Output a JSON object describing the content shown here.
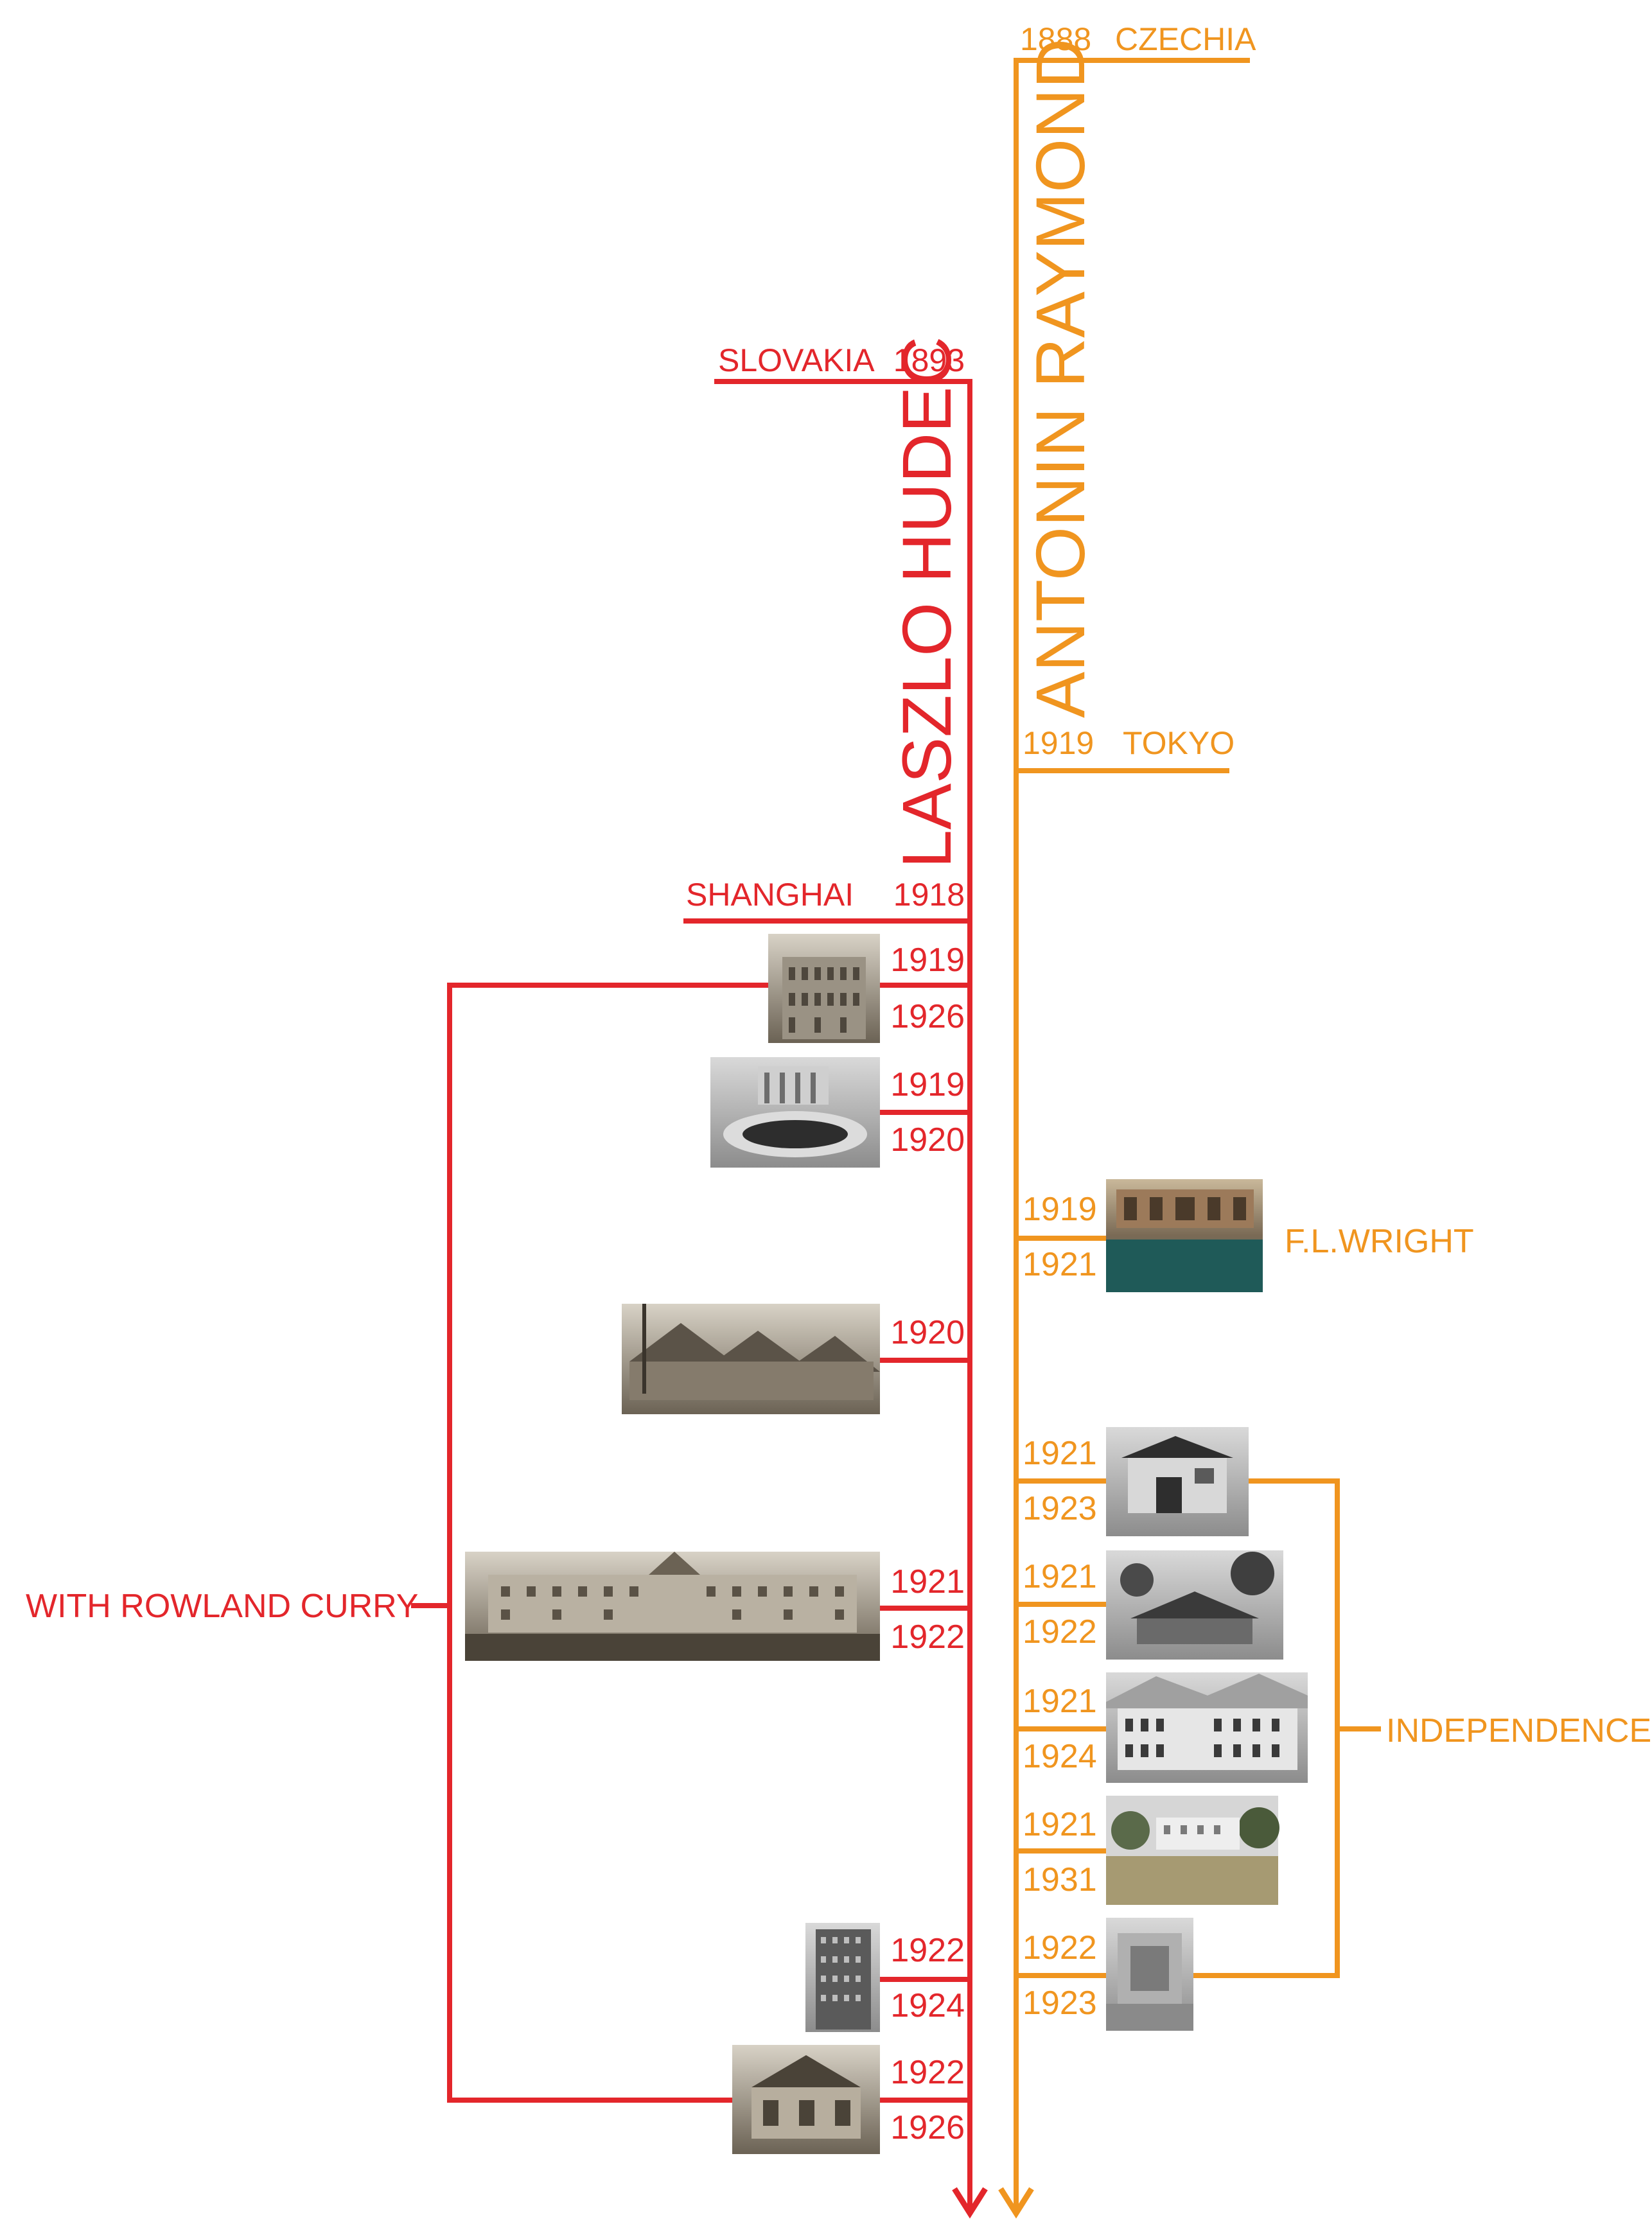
{
  "colors": {
    "hudec": "#e3262b",
    "raymond": "#f0951f",
    "photo": "#8a8a8a"
  },
  "hudec": {
    "name": "LASZLO HUDEC",
    "origin": "SLOVAKIA",
    "birth_year": "1893",
    "move_place": "SHANGHAI",
    "move_year": "1918",
    "collab_label": "WITH ROWLAND CURRY",
    "projects": [
      {
        "start": "1919",
        "end": "1926",
        "icon": "building-photo"
      },
      {
        "start": "1919",
        "end": "1920",
        "icon": "villa-pool-photo"
      },
      {
        "start": "1920",
        "end": "",
        "icon": "row-houses-photo"
      },
      {
        "start": "1921",
        "end": "1922",
        "icon": "campus-building-photo"
      },
      {
        "start": "1922",
        "end": "1924",
        "icon": "tower-building-photo"
      },
      {
        "start": "1922",
        "end": "1926",
        "icon": "house-photo"
      }
    ]
  },
  "raymond": {
    "name": "ANTONIN RAYMOND",
    "birth_year": "1888",
    "origin": "CZECHIA",
    "move_year": "1919",
    "move_place": "TOKYO",
    "wright_label": "F.L.WRIGHT",
    "independence_label": "INDEPENDENCE",
    "projects": [
      {
        "start": "1919",
        "end": "1921",
        "icon": "imperial-hotel-photo"
      },
      {
        "start": "1921",
        "end": "1923",
        "icon": "residence-photo"
      },
      {
        "start": "1921",
        "end": "1922",
        "icon": "lodge-photo"
      },
      {
        "start": "1921",
        "end": "1924",
        "icon": "school-building-photo"
      },
      {
        "start": "1921",
        "end": "1931",
        "icon": "mansion-photo"
      },
      {
        "start": "1922",
        "end": "1923",
        "icon": "monument-photo"
      }
    ]
  }
}
